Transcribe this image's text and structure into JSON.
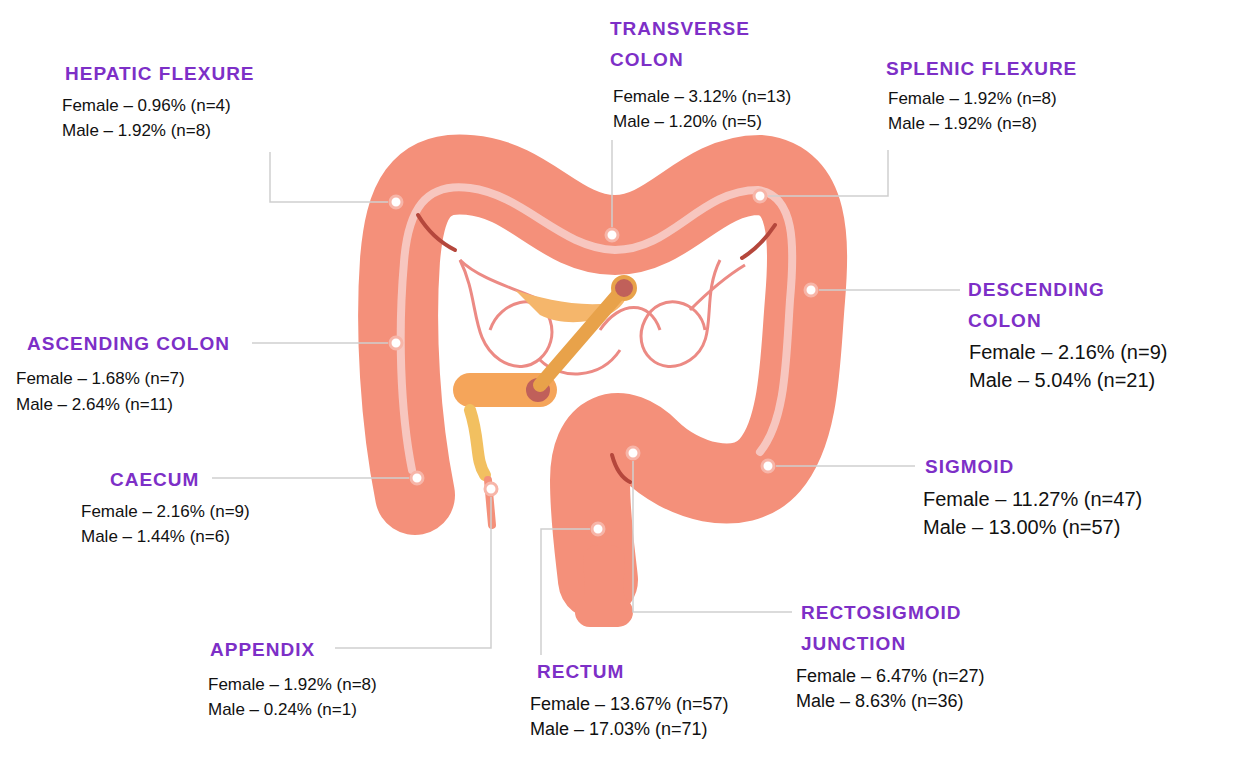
{
  "diagram": {
    "labels": [
      "TRANSVERSE COLON",
      "Female – 3.12% (n=13)",
      "Male – 1.20% (n=5)",
      "HEPATIC FLEXURE",
      "Female – 0.96% (n=4)",
      "Male – 1.92% (n=8)",
      "SPLENIC FLEXURE",
      "Female – 1.92% (n=8)",
      "Male – 1.92% (n=8)",
      "DESCENDING COLON",
      "Female – 2.16% (n=9)",
      "Male – 5.04% (n=21)",
      "ASCENDING COLON",
      "Female – 1.68% (n=7)",
      "Male – 2.64% (n=11)",
      "SIGMOID",
      "Female – 11.27% (n=47)",
      "Male – 13.00% (n=57)",
      "CAECUM",
      "Female – 2.16% (n=9)",
      "Male – 1.44% (n=6)",
      "RECTOSIGMOID JUNCTION",
      "Female – 6.47% (n=27)",
      "Male – 8.63% (n=36)",
      "APPENDIX",
      "Female – 1.92% (n=8)",
      "Male – 0.24% (n=1)",
      "RECTUM",
      "Female – 13.67% (n=57)",
      "Male – 17.03% (n=71)"
    ]
  }
}
